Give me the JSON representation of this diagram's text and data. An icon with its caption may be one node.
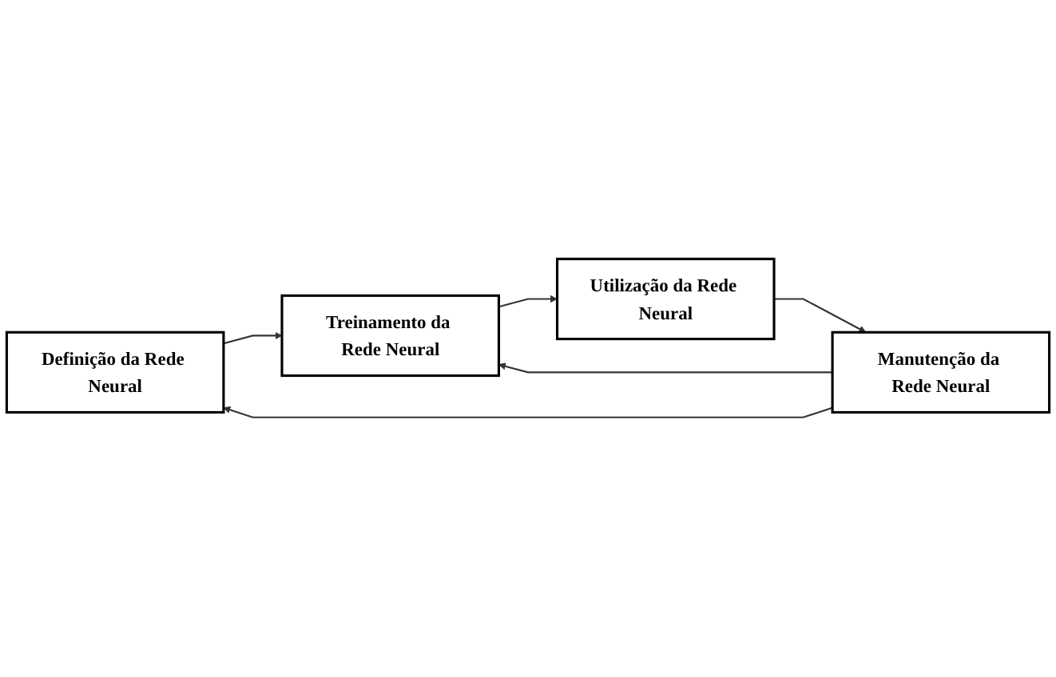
{
  "diagram": {
    "nodes": [
      {
        "text": [
          "Definição da Rede Neural"
        ]
      },
      {
        "text": [
          "Manutenção da Rede Neural"
        ]
      },
      {
        "text": [
          "Treinamento da Rede Neural"
        ]
      },
      {
        "text": [
          "Utilização da Rede Neural"
        ]
      }
    ],
    "edges": [
      {
        "from": 1,
        "to": 0,
        "arrow": "to"
      },
      {
        "from": 0,
        "to": 2,
        "arrow": "to"
      },
      {
        "from": 2,
        "to": 3,
        "arrow": "to"
      },
      {
        "from": 3,
        "to": 1,
        "arrow": "to"
      },
      {
        "from": 1,
        "to": 2,
        "arrow": "to"
      }
    ]
  }
}
